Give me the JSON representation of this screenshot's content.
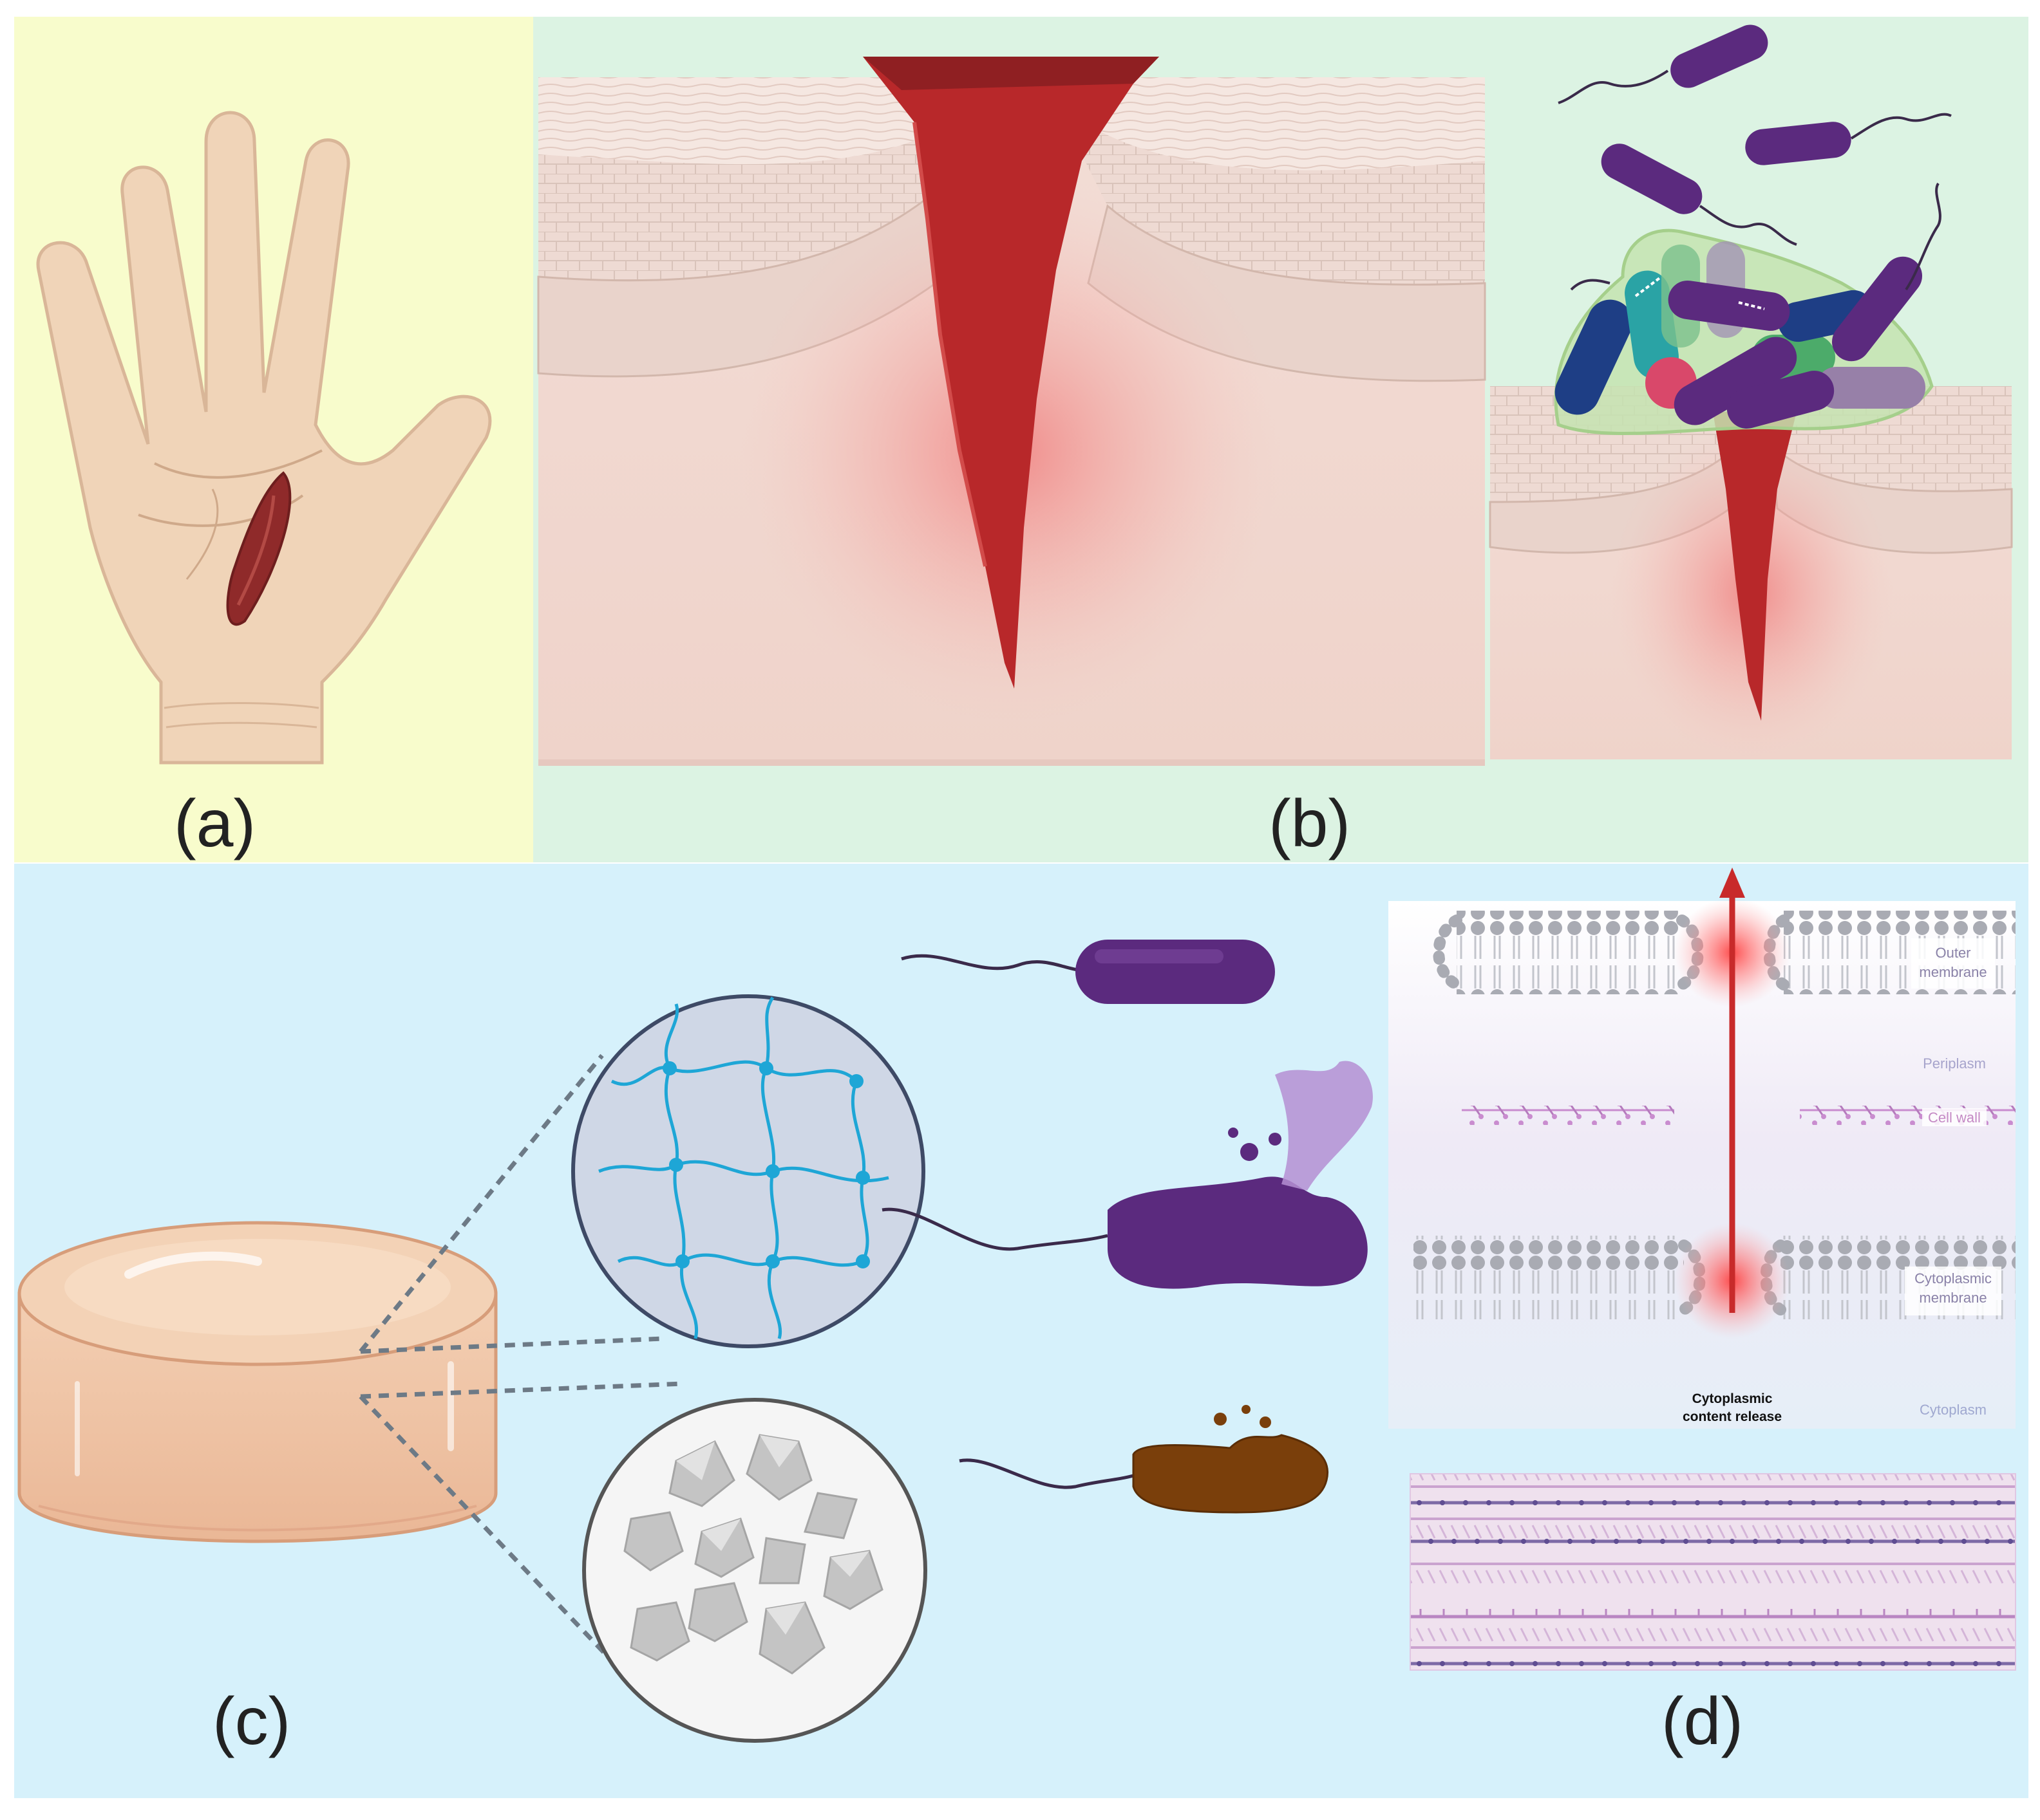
{
  "panels": {
    "a": {
      "label": "(a)",
      "bg": "#f8fccc"
    },
    "b": {
      "label": "(b)",
      "bg": "#dcf3e3"
    },
    "c": {
      "label": "(c)",
      "bg": "#d6f1fb"
    },
    "d": {
      "label": "(d)"
    }
  },
  "membrane_labels": {
    "outer_line1": "Outer",
    "outer_line2": "membrane",
    "periplasm": "Periplasm",
    "cell_wall": "Cell wall",
    "cyto_line1": "Cytoplasmic",
    "cyto_line2": "membrane",
    "cytoplasm": "Cytoplasm",
    "release_line1": "Cytoplasmic",
    "release_line2": "content release"
  },
  "colors": {
    "blood": "#b8282a",
    "skin": "#eed2c6",
    "bacteria_purple": "#5b2a7e",
    "bacteria_brown": "#7a3f0b",
    "network_blue": "#1ea6d6",
    "arrow_red": "#c82a2a"
  }
}
